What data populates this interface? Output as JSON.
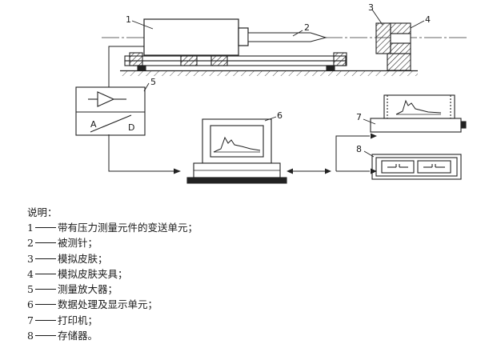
{
  "diagram": {
    "callouts": [
      "1",
      "2",
      "3",
      "4",
      "5",
      "6",
      "7",
      "8"
    ],
    "amplifier_labels": {
      "a": "A",
      "d": "D"
    }
  },
  "legend": {
    "title": "说明：",
    "items": [
      {
        "num": "1",
        "text": "带有压力测量元件的变送单元；"
      },
      {
        "num": "2",
        "text": "被测针；"
      },
      {
        "num": "3",
        "text": "模拟皮肤；"
      },
      {
        "num": "4",
        "text": "模拟皮肤夹具；"
      },
      {
        "num": "5",
        "text": "测量放大器；"
      },
      {
        "num": "6",
        "text": "数据处理及显示单元；"
      },
      {
        "num": "7",
        "text": "打印机；"
      },
      {
        "num": "8",
        "text": "存储器。"
      }
    ]
  }
}
